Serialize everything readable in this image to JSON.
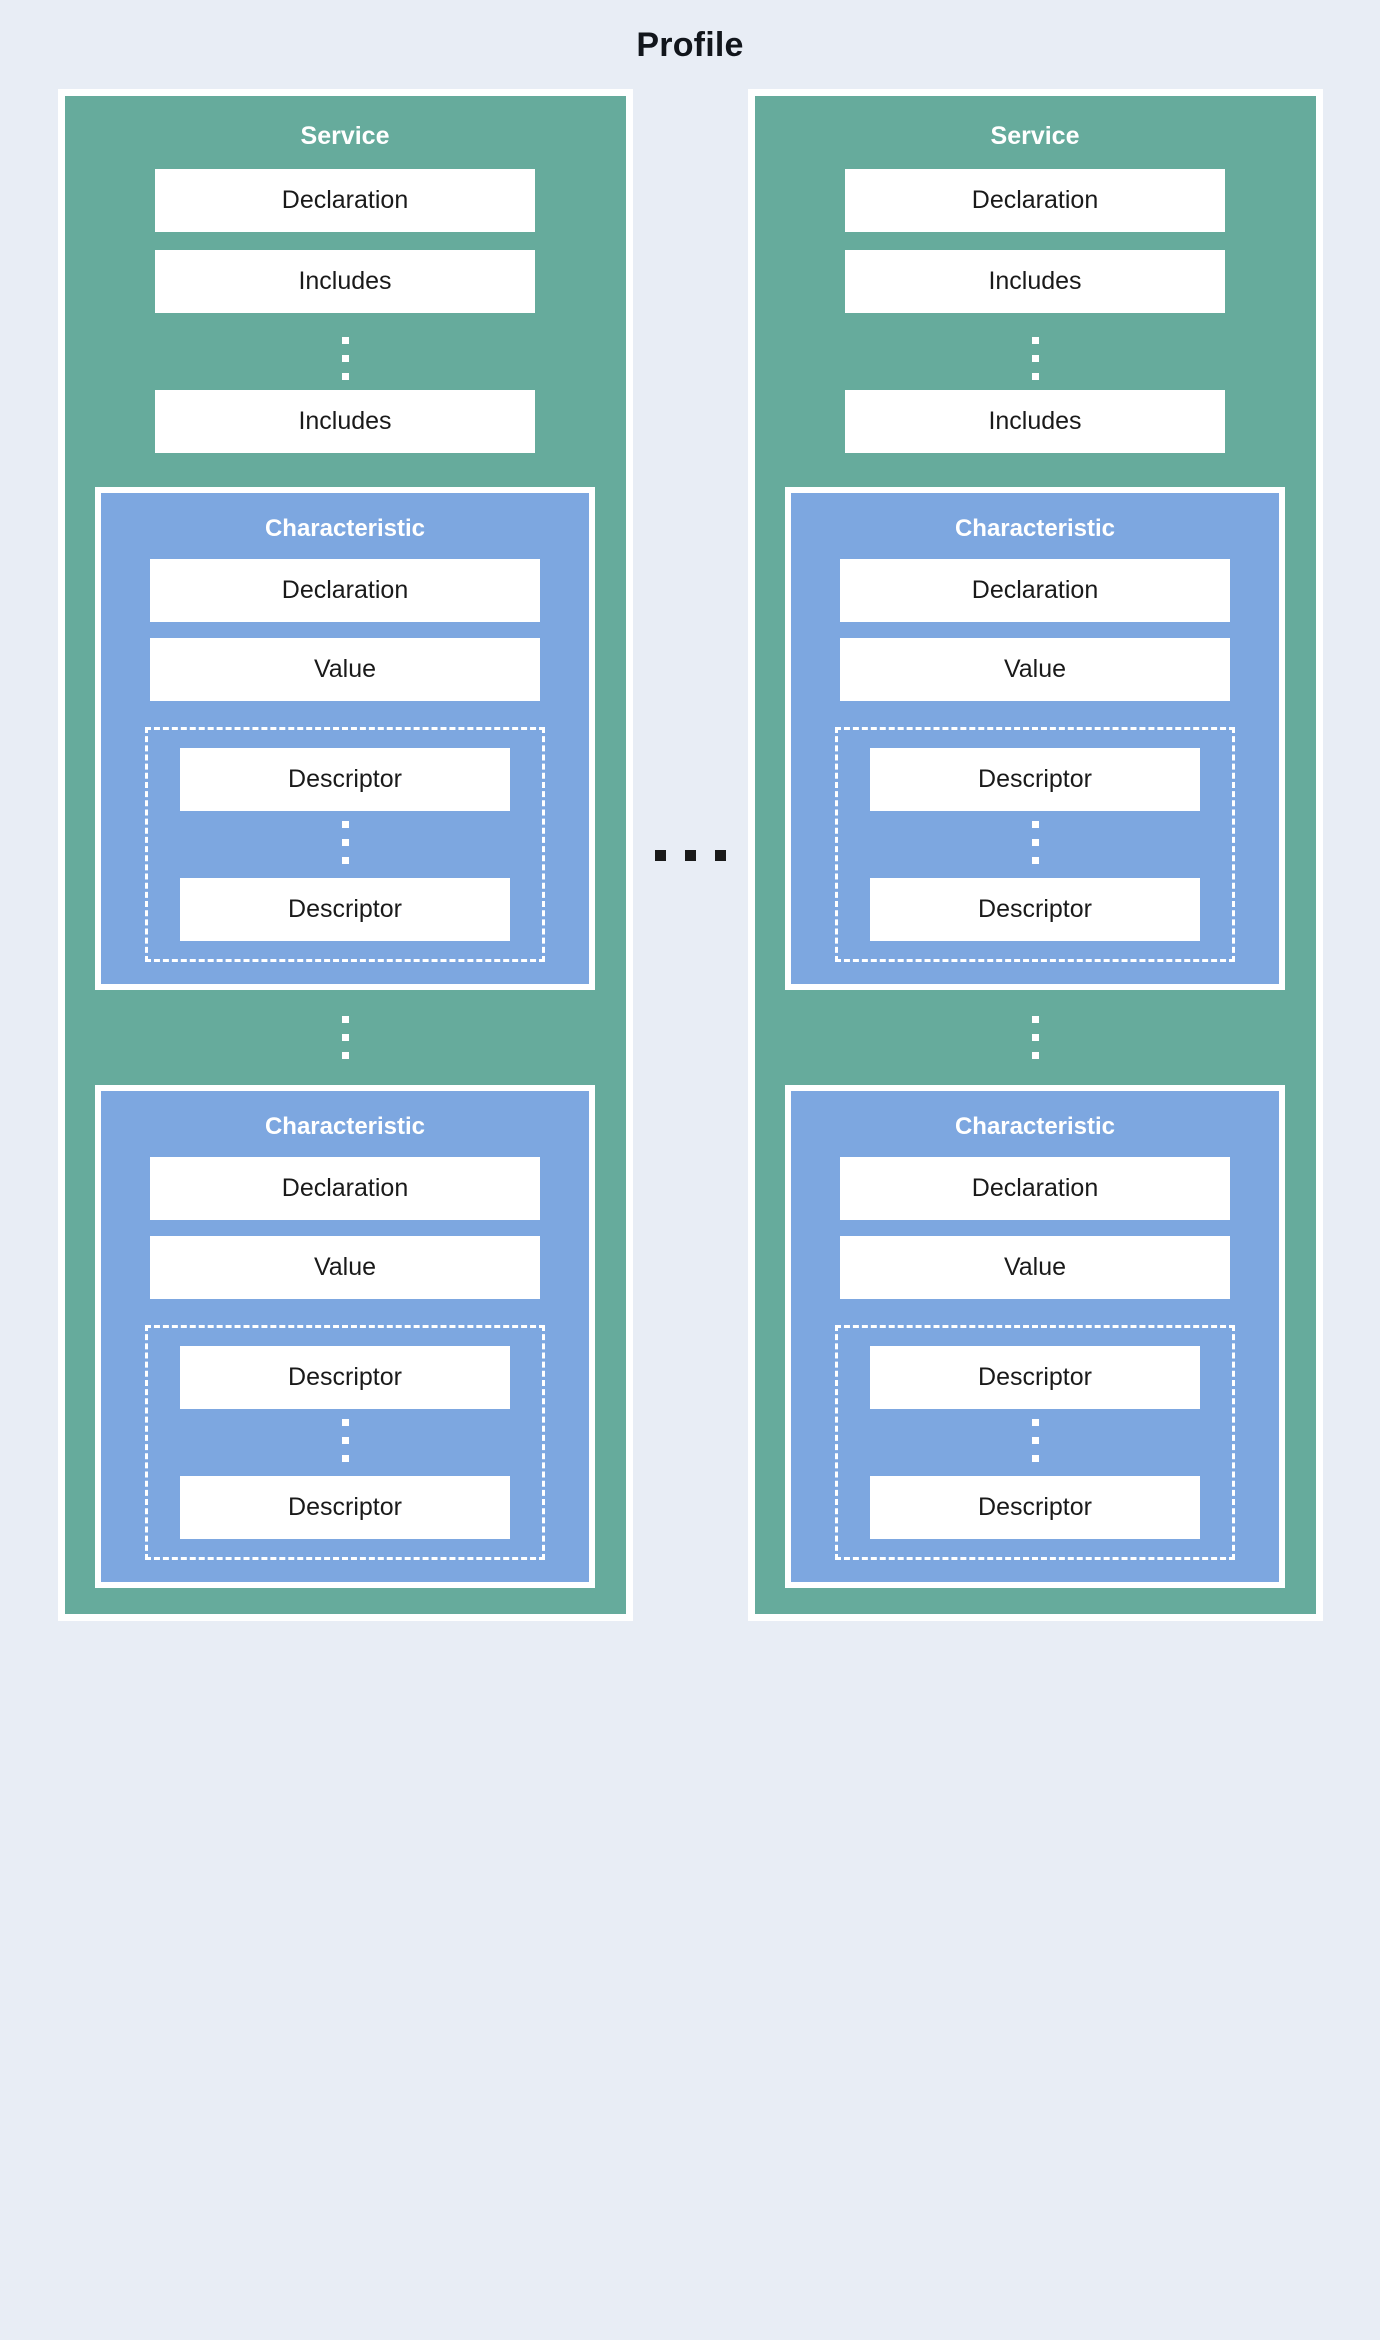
{
  "diagram": {
    "title": "Profile",
    "type": "nested-block-diagram",
    "colors": {
      "background": "#e8edf5",
      "service_fill": "#66ab9c",
      "characteristic_fill": "#7da7e0",
      "leaf_fill": "#ffffff",
      "border": "#ffffff",
      "text_dark": "#1a1a1a",
      "text_light": "#ffffff"
    },
    "between_columns_ellipsis": "...",
    "services": [
      {
        "title": "Service",
        "declaration_label": "Declaration",
        "first_include_label": "Includes",
        "include_ellipsis": "⋮",
        "last_include_label": "Includes",
        "characteristic_ellipsis": "⋮",
        "characteristics": [
          {
            "title": "Characteristic",
            "declaration_label": "Declaration",
            "value_label": "Value",
            "first_descriptor_label": "Descriptor",
            "descriptor_ellipsis": "⋮",
            "last_descriptor_label": "Descriptor"
          },
          {
            "title": "Characteristic",
            "declaration_label": "Declaration",
            "value_label": "Value",
            "first_descriptor_label": "Descriptor",
            "descriptor_ellipsis": "⋮",
            "last_descriptor_label": "Descriptor"
          }
        ]
      },
      {
        "title": "Service",
        "declaration_label": "Declaration",
        "first_include_label": "Includes",
        "include_ellipsis": "⋮",
        "last_include_label": "Includes",
        "characteristic_ellipsis": "⋮",
        "characteristics": [
          {
            "title": "Characteristic",
            "declaration_label": "Declaration",
            "value_label": "Value",
            "first_descriptor_label": "Descriptor",
            "descriptor_ellipsis": "⋮",
            "last_descriptor_label": "Descriptor"
          },
          {
            "title": "Characteristic",
            "declaration_label": "Declaration",
            "value_label": "Value",
            "first_descriptor_label": "Descriptor",
            "descriptor_ellipsis": "⋮",
            "last_descriptor_label": "Descriptor"
          }
        ]
      }
    ]
  }
}
